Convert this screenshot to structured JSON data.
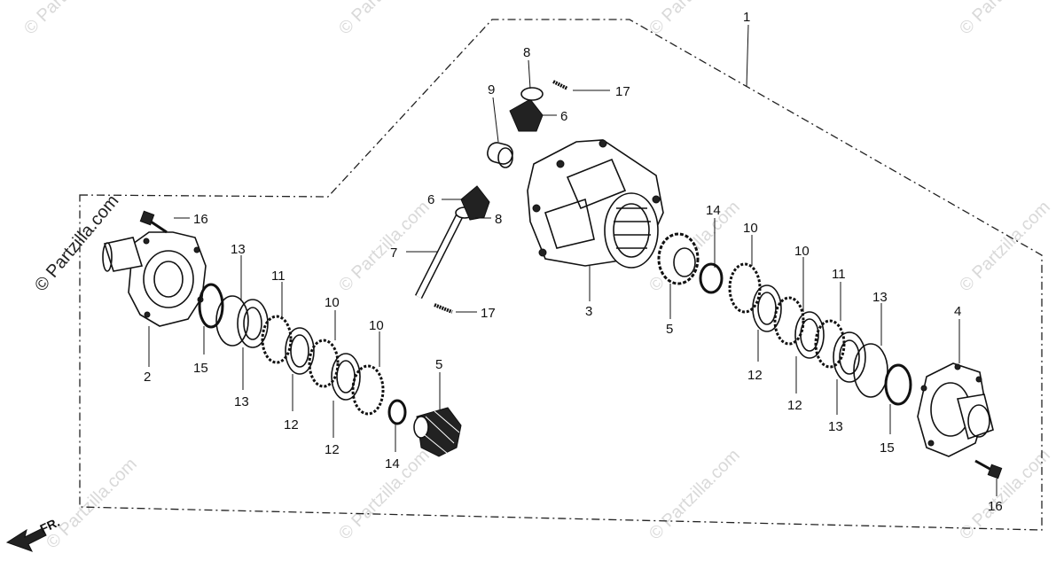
{
  "watermark": "© Partzilla.com",
  "direction_label": "FR.",
  "callouts": [
    {
      "id": "1",
      "text": "1"
    },
    {
      "id": "2",
      "text": "2"
    },
    {
      "id": "3",
      "text": "3"
    },
    {
      "id": "4",
      "text": "4"
    },
    {
      "id": "5a",
      "text": "5"
    },
    {
      "id": "5b",
      "text": "5"
    },
    {
      "id": "6a",
      "text": "6"
    },
    {
      "id": "6b",
      "text": "6"
    },
    {
      "id": "7",
      "text": "7"
    },
    {
      "id": "8a",
      "text": "8"
    },
    {
      "id": "8b",
      "text": "8"
    },
    {
      "id": "9",
      "text": "9"
    },
    {
      "id": "10a",
      "text": "10"
    },
    {
      "id": "10b",
      "text": "10"
    },
    {
      "id": "10c",
      "text": "10"
    },
    {
      "id": "10d",
      "text": "10"
    },
    {
      "id": "11a",
      "text": "11"
    },
    {
      "id": "11b",
      "text": "11"
    },
    {
      "id": "12a",
      "text": "12"
    },
    {
      "id": "12b",
      "text": "12"
    },
    {
      "id": "12c",
      "text": "12"
    },
    {
      "id": "12d",
      "text": "12"
    },
    {
      "id": "13a",
      "text": "13"
    },
    {
      "id": "13b",
      "text": "13"
    },
    {
      "id": "13c",
      "text": "13"
    },
    {
      "id": "13d",
      "text": "13"
    },
    {
      "id": "14a",
      "text": "14"
    },
    {
      "id": "14b",
      "text": "14"
    },
    {
      "id": "15a",
      "text": "15"
    },
    {
      "id": "15b",
      "text": "15"
    },
    {
      "id": "16a",
      "text": "16"
    },
    {
      "id": "16b",
      "text": "16"
    },
    {
      "id": "17a",
      "text": "17"
    },
    {
      "id": "17b",
      "text": "17"
    }
  ]
}
